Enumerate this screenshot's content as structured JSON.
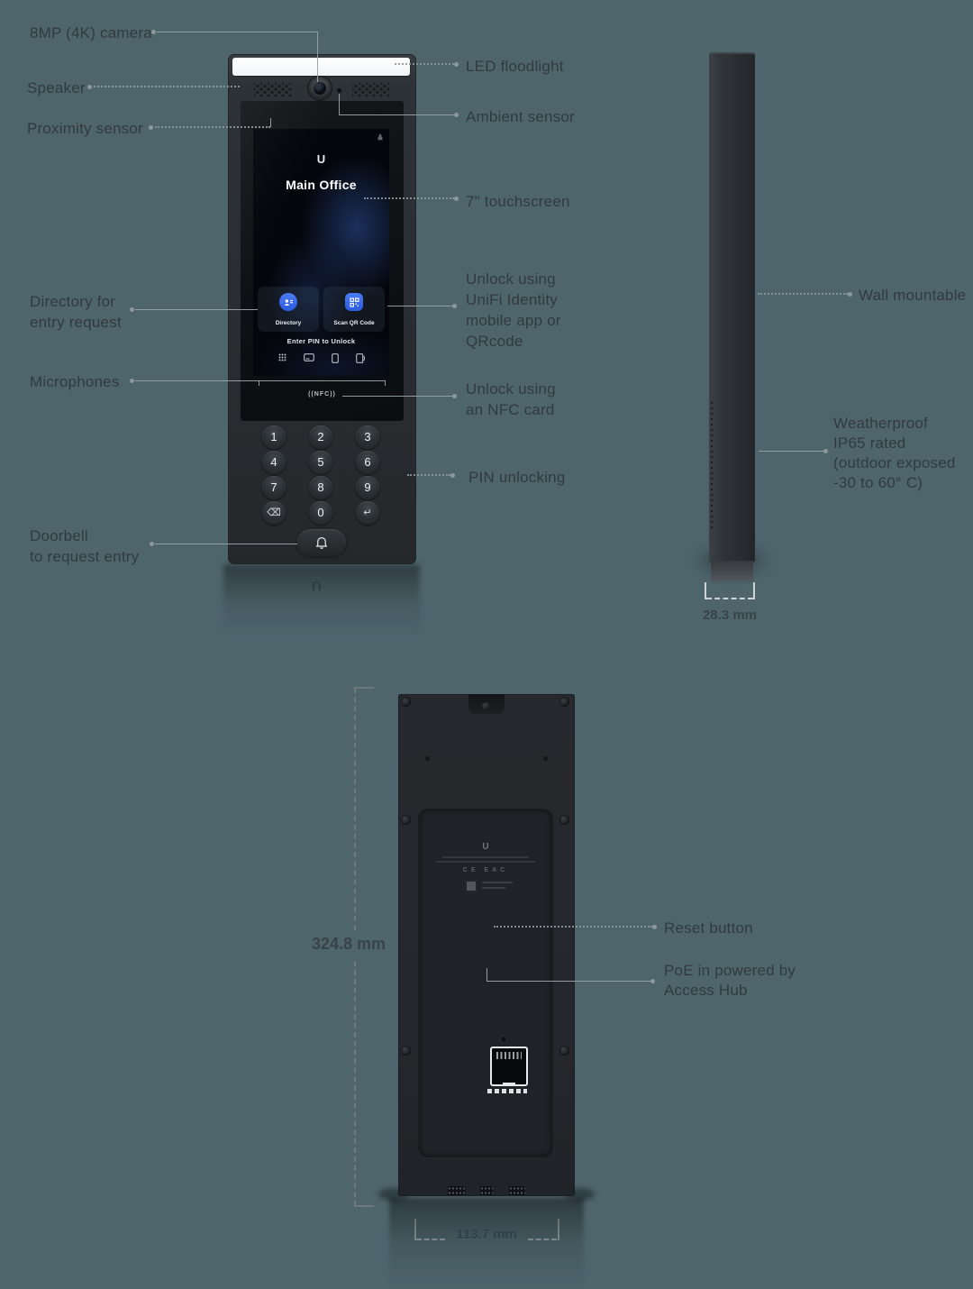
{
  "device_screen": {
    "logo": "U",
    "title": "Main Office",
    "buttons": [
      {
        "label": "Directory"
      },
      {
        "label": "Scan QR Code"
      }
    ],
    "pin_hint": "Enter PIN to Unlock",
    "nfc_mark": "((NFC))",
    "keypad_keys": [
      "1",
      "2",
      "3",
      "4",
      "5",
      "6",
      "7",
      "8",
      "9",
      "⌫",
      "0",
      "↵"
    ]
  },
  "back_panel": {
    "logo": "U",
    "regulatory_marks": "CE EAC"
  },
  "callouts": {
    "camera": "8MP (4K) camera",
    "speaker": "Speaker",
    "proximity_sensor": "Proximity sensor",
    "led_floodlight": "LED floodlight",
    "ambient_sensor": "Ambient sensor",
    "touchscreen": "7\" touchscreen",
    "directory": "Directory for\nentry request",
    "microphones": "Microphones",
    "doorbell": "Doorbell\nto request entry",
    "unlock_identity": "Unlock using\nUniFi Identity\nmobile app or\nQRcode",
    "unlock_nfc": "Unlock using\nan NFC card",
    "pin_unlocking": "PIN unlocking",
    "wall_mountable": "Wall mountable",
    "weatherproof": "Weatherproof\nIP65 rated\n(outdoor exposed\n-30 to 60° C)",
    "reset_button": "Reset button",
    "poe": "PoE in powered by\nAccess Hub"
  },
  "dimensions": {
    "depth": "28.3 mm",
    "height": "324.8 mm",
    "width": "113.7 mm"
  },
  "colors": {
    "background": "#4e656c",
    "label_text": "#39434a",
    "leader_line": "#97a2a6",
    "device_body": "#2b2f33",
    "accent_blue": "#3a6cec",
    "led_bar": "#ffffff"
  }
}
